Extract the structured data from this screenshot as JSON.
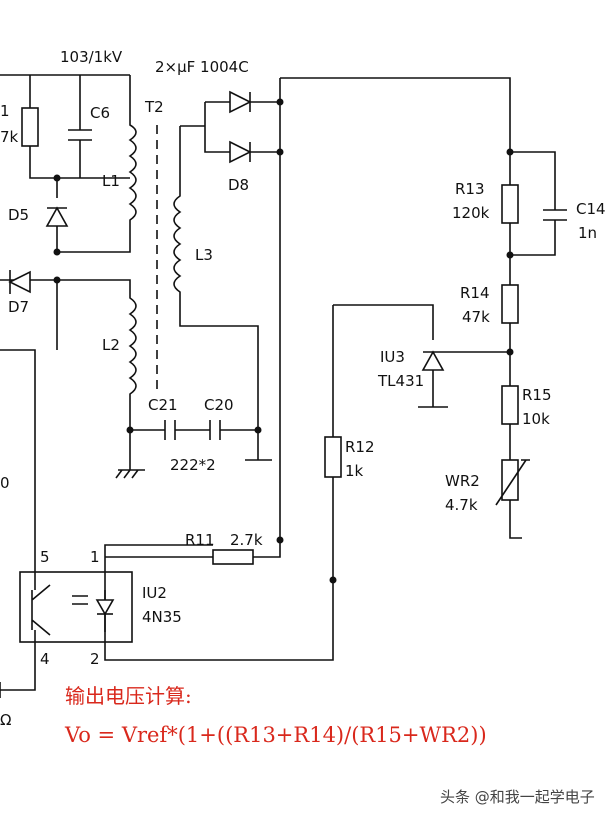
{
  "labels": {
    "c_top": "103/1kV",
    "diode_pair": "2×μF 1004C",
    "r_left": "1",
    "r_left_val": "7k",
    "c6": "C6",
    "t2": "T2",
    "l1": "L1",
    "l2": "L2",
    "l3": "L3",
    "d5": "D5",
    "d7": "D7",
    "d8": "D8",
    "c21": "C21",
    "c20": "C20",
    "c_pair_val": "222*2",
    "left_zero": "0",
    "r13": "R13",
    "r13_val": "120k",
    "c14": "C14",
    "c14_val": "1n",
    "r14": "R14",
    "r14_val": "47k",
    "iu3": "IU3",
    "tl431": "TL431",
    "r15": "R15",
    "r15_val": "10k",
    "wr2": "WR2",
    "wr2_val": "4.7k",
    "r12": "R12",
    "r12_val": "1k",
    "r11": "R11",
    "r11_val": "2.7k",
    "iu2": "IU2",
    "n4n35": "4N35",
    "pin5": "5",
    "pin1": "1",
    "pin4": "4",
    "pin2": "2",
    "omega": "Ω"
  },
  "formula": {
    "title": "输出电压计算:",
    "expr": "Vo = Vref*(1+((R13+R14)/(R15+WR2))"
  },
  "watermark": "头条 @和我一起学电子",
  "colors": {
    "formula": "#d9281c",
    "line": "#111111"
  }
}
